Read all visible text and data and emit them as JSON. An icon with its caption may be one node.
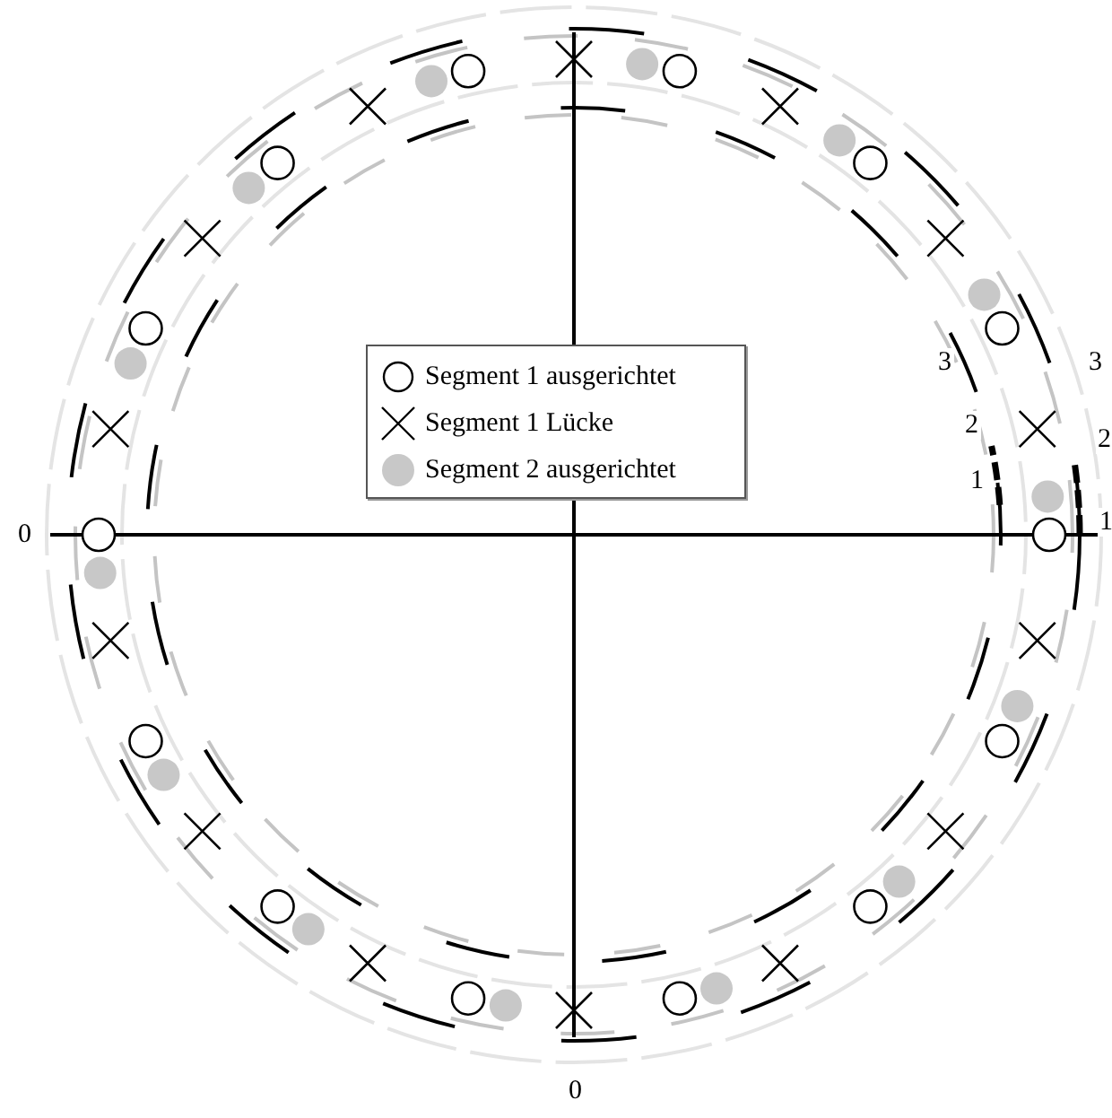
{
  "diagram": {
    "labels": [
      "3",
      "3",
      "2",
      "2",
      "1",
      "1",
      "0",
      "0"
    ],
    "legend": [
      {
        "text": "Segment 1 ausgerichtet"
      },
      {
        "text": "Segment 1 Lücke"
      },
      {
        "text": "Segment 2 ausgerichtet"
      }
    ]
  }
}
